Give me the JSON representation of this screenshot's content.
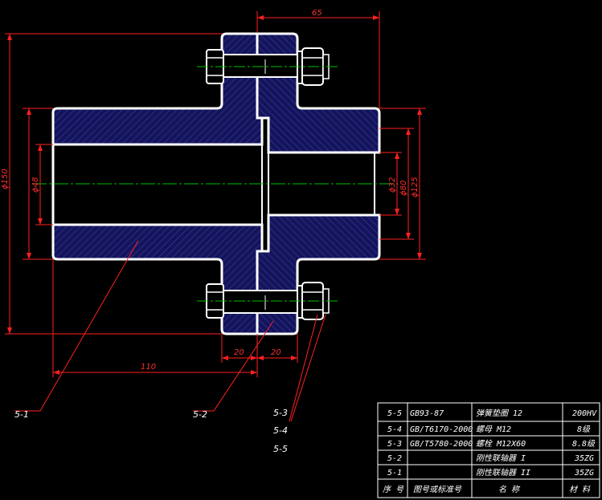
{
  "dimensions": {
    "d65": "65",
    "d150": "ϕ150",
    "d48": "ϕ48",
    "d32": "ϕ32",
    "d80": "ϕ80",
    "d125": "ϕ125",
    "d20a": "20",
    "d20b": "20",
    "d110": "110"
  },
  "leaders": {
    "l51": "5-1",
    "l52": "5-2",
    "l53": "5-3",
    "l54": "5-4",
    "l55": "5-5"
  },
  "table": {
    "rows": [
      {
        "no": "5-5",
        "code": "GB93-87",
        "name": "弹簧垫圈 12",
        "material": "200HV"
      },
      {
        "no": "5-4",
        "code": "GB/T6170-2000",
        "name": "螺母 M12",
        "material": "8级"
      },
      {
        "no": "5-3",
        "code": "GB/T5780-2000",
        "name": "螺栓 M12X60",
        "material": "8.8级"
      },
      {
        "no": "5-2",
        "code": "",
        "name": "刚性联轴器 I",
        "material": "35ZG"
      },
      {
        "no": "5-1",
        "code": "",
        "name": "刚性联轴器 II",
        "material": "35ZG"
      }
    ],
    "header": {
      "no": "序 号",
      "code": "图号或标准号",
      "name": "名        称",
      "material": "材  料"
    }
  },
  "colors": {
    "body_fill": "#14145a",
    "hatch": "#3a3aa8",
    "outline": "#ffffff",
    "dimension": "#ff2020",
    "centerline": "#00c000",
    "background": "#000000"
  }
}
